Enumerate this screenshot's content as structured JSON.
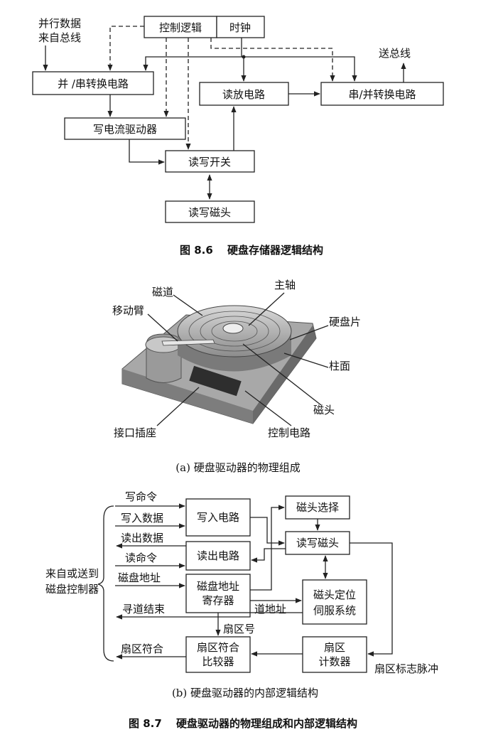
{
  "fig86": {
    "parallel_data": "并行数据",
    "from_bus": "来自总线",
    "control_logic": "控制逻辑",
    "clock": "时钟",
    "to_bus": "送总线",
    "par_ser": "并 /串转换电路",
    "read_amp": "读放电路",
    "ser_par": "串/并转换电路",
    "write_drv": "写电流驱动器",
    "rw_switch": "读写开关",
    "rw_head": "读写磁头",
    "caption": "图 8.6　 硬盘存储器逻辑结构"
  },
  "fig87a": {
    "track": "磁道",
    "spindle": "主轴",
    "arm": "移动臂",
    "platter": "硬盘片",
    "cylinder": "柱面",
    "head": "磁头",
    "socket": "接口插座",
    "control_circuit": "控制电路",
    "caption": "(a) 硬盘驱动器的物理组成"
  },
  "fig87b": {
    "write_cmd": "写命令",
    "write_data": "写入数据",
    "read_data": "读出数据",
    "read_cmd": "读命令",
    "disk_addr": "磁盘地址",
    "side1": "来自或送到",
    "side2": "磁盘控制器",
    "write_circuit": "写入电路",
    "head_select": "磁头选择",
    "rw_head": "读写磁头",
    "read_circuit": "读出电路",
    "addr_reg1": "磁盘地址",
    "addr_reg2": "寄存器",
    "seek_end": "寻道结束",
    "track_addr": "道地址",
    "servo1": "磁头定位",
    "servo2": "伺服系统",
    "sector_no": "扇区号",
    "sector_match": "扇区符合",
    "cmp1": "扇区符合",
    "cmp2": "比较器",
    "cnt1": "扇区",
    "cnt2": "计数器",
    "sector_pulse": "扇区标志脉冲",
    "caption": "(b) 硬盘驱动器的内部逻辑结构"
  },
  "fig87_caption": "图 8.7　 硬盘驱动器的物理组成和内部逻辑结构"
}
